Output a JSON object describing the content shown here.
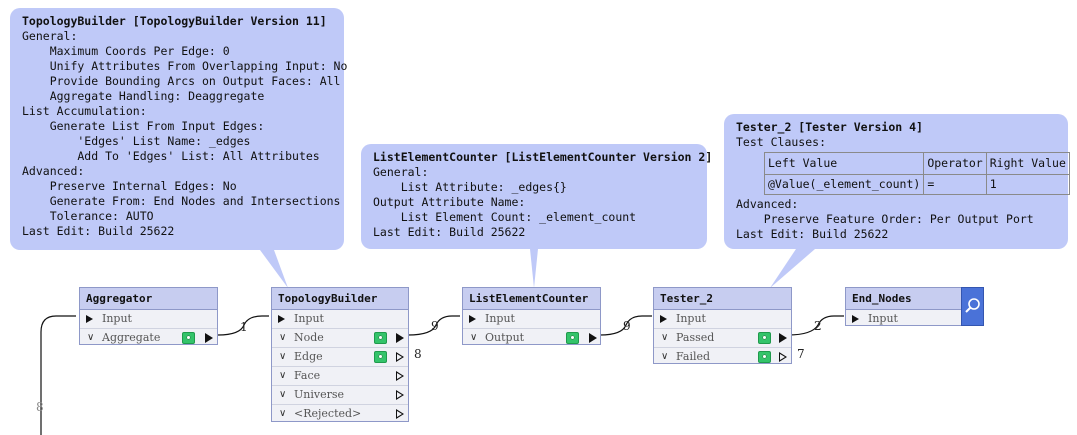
{
  "annotations": {
    "topology": {
      "title": "TopologyBuilder [TopologyBuilder Version 11]",
      "lines": [
        "General:",
        "    Maximum Coords Per Edge: 0",
        "    Unify Attributes From Overlapping Input: No",
        "    Provide Bounding Arcs on Output Faces: All",
        "    Aggregate Handling: Deaggregate",
        "List Accumulation:",
        "    Generate List From Input Edges:",
        "        'Edges' List Name: _edges",
        "        Add To 'Edges' List: All Attributes",
        "Advanced:",
        "    Preserve Internal Edges: No",
        "    Generate From: End Nodes and Intersections",
        "    Tolerance: AUTO",
        "Last Edit: Build 25622"
      ]
    },
    "listcounter": {
      "title": "ListElementCounter [ListElementCounter Version 2]",
      "lines": [
        "General:",
        "    List Attribute: _edges{}",
        "Output Attribute Name:",
        "    List Element Count: _element_count",
        "Last Edit: Build 25622"
      ]
    },
    "tester": {
      "title": "Tester_2 [Tester Version 4]",
      "pre_lines": [
        "Test Clauses:"
      ],
      "table_headers": [
        "Left Value",
        "Operator",
        "Right Value"
      ],
      "table_row": [
        "@Value(_element_count)",
        "=",
        "1"
      ],
      "post_lines": [
        "Advanced:",
        "    Preserve Feature Order: Per Output Port",
        "Last Edit: Build 25622"
      ]
    }
  },
  "nodes": {
    "aggregator": {
      "title": "Aggregator",
      "input": "Input",
      "outputs": [
        "Aggregate"
      ]
    },
    "topologybuilder": {
      "title": "TopologyBuilder",
      "input": "Input",
      "outputs": [
        "Node",
        "Edge",
        "Face",
        "Universe",
        "<Rejected>"
      ]
    },
    "listelementcounter": {
      "title": "ListElementCounter",
      "input": "Input",
      "outputs": [
        "Output"
      ]
    },
    "tester": {
      "title": "Tester_2",
      "input": "Input",
      "outputs": [
        "Passed",
        "Failed"
      ]
    },
    "endnodes": {
      "title": "End_Nodes",
      "input": "Input"
    }
  },
  "counts": {
    "incoming": "8",
    "aggregate": "1",
    "node": "9",
    "edge": "8",
    "output": "9",
    "passed": "2",
    "failed": "7"
  },
  "colors": {
    "annotation_bg": "#bfc9f8",
    "node_header": "#c7cdf0",
    "inspector": "#4a72d8",
    "feature_cache_eye": "#33c46a"
  },
  "icons": {
    "inspector": "magnifier-icon",
    "cache": "eye-icon"
  }
}
